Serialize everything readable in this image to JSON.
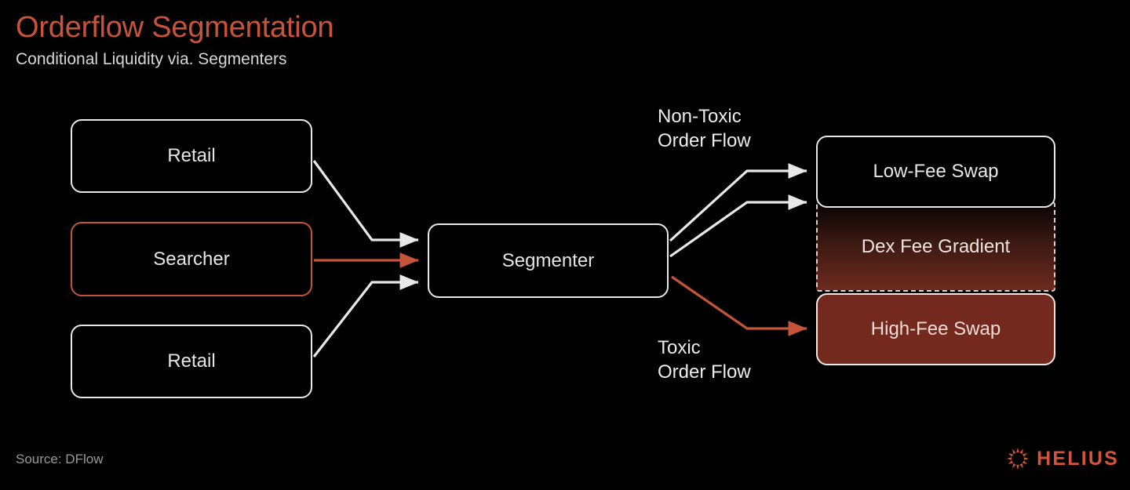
{
  "slide": {
    "title": "Orderflow Segmentation",
    "subtitle": "Conditional Liquidity via. Segmenters",
    "source": "Source: DFlow",
    "background_color": "#010101",
    "title_color": "#c8533a"
  },
  "diagram": {
    "inputs": [
      {
        "id": "retail-top",
        "label": "Retail",
        "style": "outline-white"
      },
      {
        "id": "searcher",
        "label": "Searcher",
        "style": "outline-accent"
      },
      {
        "id": "retail-bottom",
        "label": "Retail",
        "style": "outline-white"
      }
    ],
    "processor": {
      "id": "segmenter",
      "label": "Segmenter",
      "style": "outline-white"
    },
    "outputs": [
      {
        "id": "low-fee-swap",
        "label": "Low-Fee Swap",
        "style": "solid-black"
      },
      {
        "id": "dex-fee-gradient",
        "label": "Dex Fee Gradient",
        "style": "dashed-gradient"
      },
      {
        "id": "high-fee-swap",
        "label": "High-Fee Swap",
        "style": "solid-red"
      }
    ],
    "flow_labels": [
      {
        "id": "non-toxic",
        "label": "Non-Toxic\nOrder Flow",
        "color": "#ececec"
      },
      {
        "id": "toxic",
        "label": "Toxic\nOrder Flow",
        "color": "#ececec"
      }
    ],
    "edges": [
      {
        "from": "retail-top",
        "to": "segmenter",
        "color": "#e8e8e8"
      },
      {
        "from": "searcher",
        "to": "segmenter",
        "color": "#c4543a"
      },
      {
        "from": "retail-bottom",
        "to": "segmenter",
        "color": "#e8e8e8"
      },
      {
        "from": "segmenter",
        "to": "low-fee-swap",
        "color": "#e8e8e8"
      },
      {
        "from": "segmenter",
        "to": "low-fee-swap",
        "color": "#e8e8e8"
      },
      {
        "from": "segmenter",
        "to": "high-fee-swap",
        "color": "#c4543a"
      }
    ],
    "colors": {
      "stroke_white": "#e8e8e8",
      "stroke_accent": "#c4543a",
      "fill_high_fee": "#74291e",
      "gradient_from": "#0a0403",
      "gradient_to": "#6d2a1f"
    }
  },
  "branding": {
    "wordmark": "HELIUS",
    "logo_color": "#d4533a",
    "logo_icon": "sunburst-ring-icon"
  }
}
